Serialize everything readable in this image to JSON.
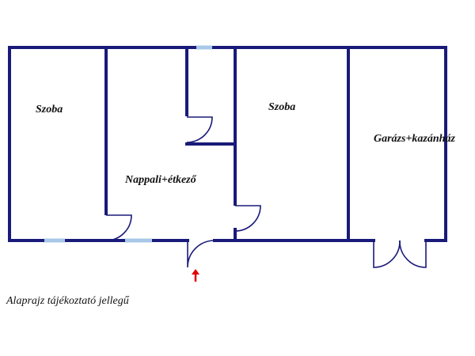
{
  "rooms": {
    "left": "Szoba",
    "living": "Nappali+étkező",
    "right": "Szoba",
    "garage": "Garázs+kazánház"
  },
  "caption": "Alaprajz tájékoztató jellegű",
  "colors": {
    "wall": "#1a1a7a",
    "window": "#a9c8e8",
    "entrance_arrow": "#e00000"
  },
  "icons": {
    "entrance": "arrow-up-icon"
  }
}
